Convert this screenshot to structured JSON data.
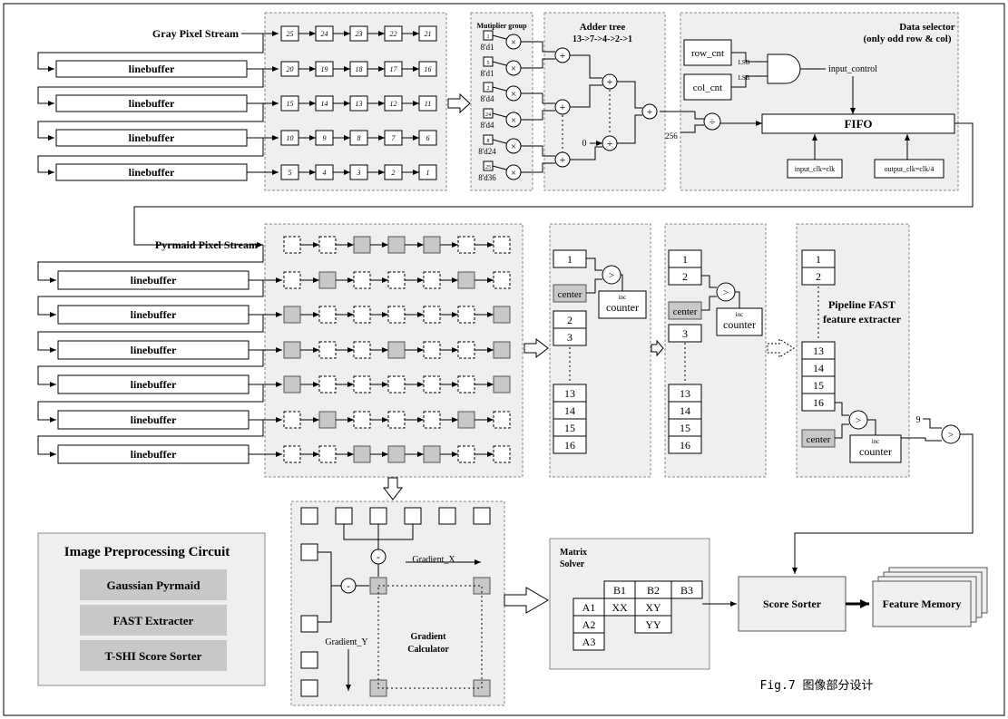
{
  "gray_stream": {
    "label": "Gray Pixel Stream",
    "linebuffer": "linebuffer",
    "rows": [
      [
        "25",
        "24",
        "23",
        "22",
        "21"
      ],
      [
        "20",
        "19",
        "18",
        "17",
        "16"
      ],
      [
        "15",
        "14",
        "13",
        "12",
        "11"
      ],
      [
        "10",
        "9",
        "8",
        "7",
        "6"
      ],
      [
        "5",
        "4",
        "3",
        "2",
        "1"
      ]
    ]
  },
  "multiplier": {
    "title": "Mutiplier group",
    "idx": [
      "1",
      "5",
      "2",
      "24",
      "8",
      "25"
    ],
    "coef": [
      "8'd1",
      "8'd1",
      "8'd4",
      "8'd4",
      "8'd24",
      "8'd36"
    ],
    "op": "×"
  },
  "adder": {
    "title": "Adder tree",
    "subtitle": "13->7->4->2->1",
    "plus": "+",
    "zero": "0",
    "const": "256",
    "div": "÷"
  },
  "selector": {
    "title": "Data selector",
    "subtitle": "(only odd row & col)",
    "row_cnt": "row_cnt",
    "col_cnt": "col_cnt",
    "lsb": "LSB",
    "input_control": "input_control",
    "fifo": "FIFO",
    "in_clk": "input_clk=clk",
    "out_clk": "output_clk=clk/4"
  },
  "pyramid": {
    "label": "Pyrmaid Pixel Stream",
    "linebuffer": "linebuffer"
  },
  "fast": {
    "n1": "1",
    "n2": "2",
    "n3": "3",
    "n13": "13",
    "n14": "14",
    "n15": "15",
    "n16": "16",
    "center": "center",
    "gt": ">",
    "inc": "inc",
    "counter": "counter",
    "title1": "Pipeline FAST",
    "title2": "feature extracter",
    "nine": "9"
  },
  "gradient": {
    "gx": "Gradient_X",
    "gy": "Gradient_Y",
    "title1": "Gradient",
    "title2": "Calculator",
    "minus": "-"
  },
  "matrix": {
    "title1": "Matrix",
    "title2": "Solver",
    "b1": "B1",
    "b2": "B2",
    "b3": "B3",
    "a1": "A1",
    "a2": "A2",
    "a3": "A3",
    "xx": "XX",
    "xy": "XY",
    "yy": "YY"
  },
  "score_sorter": "Score Sorter",
  "feature_memory": "Feature Memory",
  "legend": {
    "title": "Image Preprocessing Circuit",
    "items": [
      "Gaussian Pyrmaid",
      "FAST Extracter",
      "T-SHI Score Sorter"
    ]
  },
  "caption": "Fig.7 图像部分设计"
}
